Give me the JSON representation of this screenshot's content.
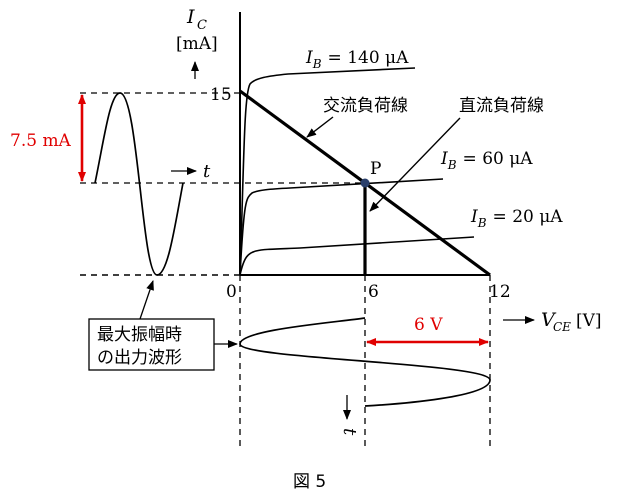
{
  "figure_caption": "図 5",
  "axes": {
    "y_label_symbol": "I",
    "y_label_sub": "C",
    "y_unit": "[mA]",
    "x_label_symbol": "V",
    "x_label_sub": "CE",
    "x_unit": "[V]",
    "y_tick_15": "15",
    "origin": "0",
    "x_tick_6": "6",
    "x_tick_12": "12"
  },
  "curves": [
    {
      "prefix": "I",
      "sub": "B",
      "value": "= 140 μA"
    },
    {
      "prefix": "I",
      "sub": "B",
      "value": "= 60 μA"
    },
    {
      "prefix": "I",
      "sub": "B",
      "value": "= 20 μA"
    }
  ],
  "load_lines": {
    "ac": "交流負荷線",
    "dc": "直流負荷線"
  },
  "operating_point": "P",
  "amplitude_current": "7.5 mA",
  "amplitude_voltage": "6 V",
  "time_label": "t",
  "time_label_rotated": "t",
  "box_line1": "最大振幅時",
  "box_line2": "の出力波形",
  "colors": {
    "accent": "#e00000",
    "ink": "#000000",
    "point": "#2a3f6b"
  }
}
